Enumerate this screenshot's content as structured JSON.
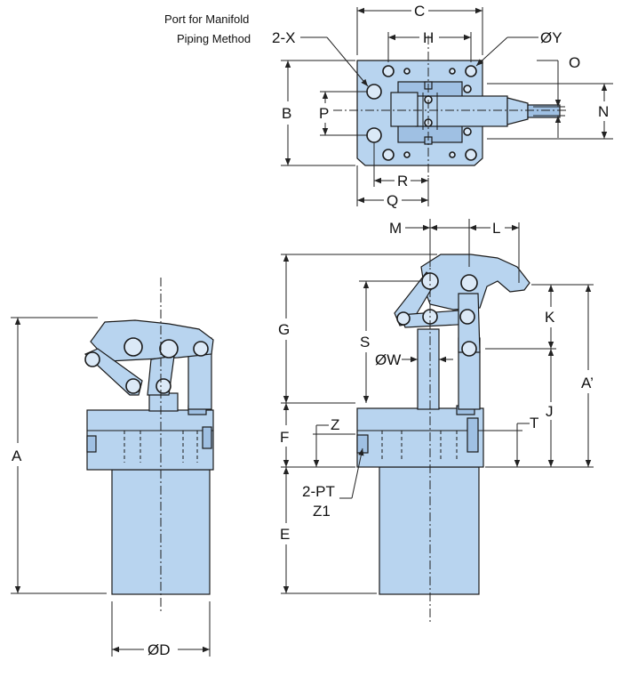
{
  "colors": {
    "part_fill": "#b8d4ef",
    "part_fill_dark": "#9fc0e3",
    "part_fill_light": "#dbe9f7",
    "outline": "#1a1a1a",
    "dimension": "#222222"
  },
  "notes": {
    "port_line1": "Port for Manifold",
    "port_line2": "Piping Method",
    "port_line3": "2-X",
    "pt_line1": "2-PT",
    "pt_line2": "Z1"
  },
  "labels": {
    "C": "C",
    "H": "H",
    "Y": "ØY",
    "O": "O",
    "B": "B",
    "P": "P",
    "N": "N",
    "R": "R",
    "Q": "Q",
    "M": "M",
    "L": "L",
    "G": "G",
    "K": "K",
    "S": "S",
    "W": "ØW",
    "A_prime": "A’",
    "J": "J",
    "T": "T",
    "Z": "Z",
    "F": "F",
    "E": "E",
    "A": "A",
    "D": "ØD"
  }
}
